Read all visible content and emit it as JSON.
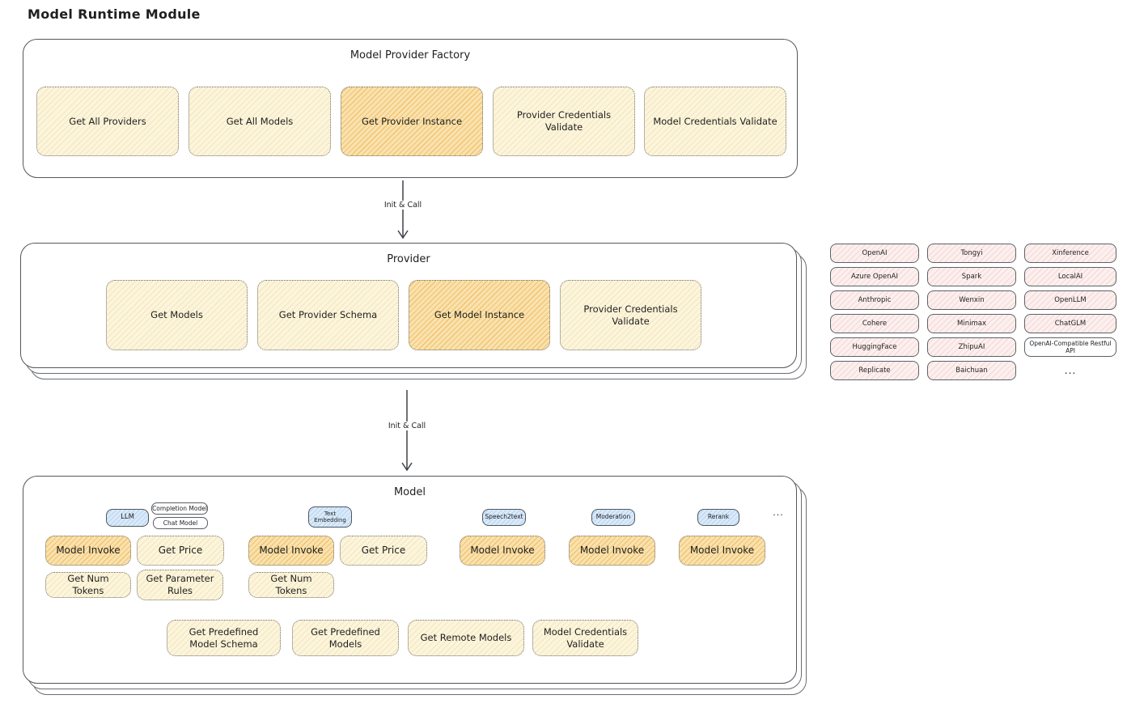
{
  "title": "Model Runtime Module",
  "factory": {
    "title": "Model Provider Factory",
    "buttons": [
      {
        "label": "Get All Providers",
        "highlight": false
      },
      {
        "label": "Get All Models",
        "highlight": false
      },
      {
        "label": "Get Provider Instance",
        "highlight": true
      },
      {
        "label": "Provider Credentials Validate",
        "highlight": false
      },
      {
        "label": "Model Credentials Validate",
        "highlight": false
      }
    ]
  },
  "arrows": {
    "factory_to_provider": "Init & Call",
    "provider_to_model": "Init & Call"
  },
  "provider": {
    "title": "Provider",
    "buttons": [
      {
        "label": "Get Models",
        "highlight": false
      },
      {
        "label": "Get Provider Schema",
        "highlight": false
      },
      {
        "label": "Get Model Instance",
        "highlight": true
      },
      {
        "label": "Provider Credentials Validate",
        "highlight": false
      }
    ]
  },
  "providers": {
    "rows": [
      [
        "OpenAI",
        "Tongyi",
        "Xinference"
      ],
      [
        "Azure OpenAI",
        "Spark",
        "LocalAI"
      ],
      [
        "Anthropic",
        "Wenxin",
        "OpenLLM"
      ],
      [
        "Cohere",
        "Minimax",
        "ChatGLM"
      ],
      [
        "HuggingFace",
        "ZhipuAI",
        "OpenAI-Compatible Restful API"
      ],
      [
        "Replicate",
        "Baichuan"
      ]
    ],
    "more": "..."
  },
  "model": {
    "title": "Model",
    "more": "...",
    "groups": [
      {
        "badge": "LLM",
        "sub_badges": [
          "Completion Model",
          "Chat Model"
        ],
        "buttons": [
          {
            "label": "Model Invoke",
            "highlight": true
          },
          {
            "label": "Get Price",
            "highlight": false
          },
          {
            "label": "Get Num Tokens",
            "highlight": false
          },
          {
            "label": "Get Parameter Rules",
            "highlight": false
          }
        ]
      },
      {
        "badge": "Text Embedding",
        "buttons": [
          {
            "label": "Model Invoke",
            "highlight": true
          },
          {
            "label": "Get Price",
            "highlight": false
          },
          {
            "label": "Get Num Tokens",
            "highlight": false
          }
        ]
      },
      {
        "badge": "Speech2text",
        "buttons": [
          {
            "label": "Model Invoke",
            "highlight": true
          }
        ]
      },
      {
        "badge": "Moderation",
        "buttons": [
          {
            "label": "Model Invoke",
            "highlight": true
          }
        ]
      },
      {
        "badge": "Rerank",
        "buttons": [
          {
            "label": "Model Invoke",
            "highlight": true
          }
        ]
      }
    ],
    "bottom_buttons": [
      "Get Predefined Model Schema",
      "Get Predefined Models",
      "Get Remote Models",
      "Model Credentials Validate"
    ]
  },
  "colors": {
    "node_fill_cream": "#fcf5dd",
    "node_fill_highlight": "#f9e2ae",
    "provider_chip_fill": "#fcf0ef",
    "type_badge_fill": "#daeafa",
    "stroke": "#53575c",
    "text": "#1f1f1f"
  }
}
